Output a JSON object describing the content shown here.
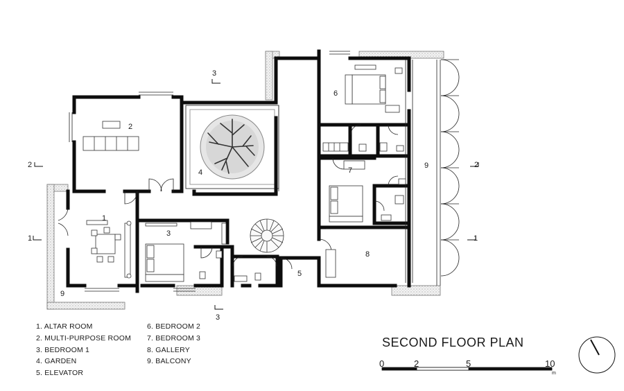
{
  "rooms": [
    {
      "num": "1",
      "name": "ALTAR ROOM"
    },
    {
      "num": "2",
      "name": "MULTI-PURPOSE ROOM"
    },
    {
      "num": "3",
      "name": "BEDROOM 1"
    },
    {
      "num": "4",
      "name": "GARDEN"
    },
    {
      "num": "5",
      "name": "ELEVATOR"
    },
    {
      "num": "6",
      "name": "BEDROOM 2"
    },
    {
      "num": "7",
      "name": "BEDROOM 3"
    },
    {
      "num": "8",
      "name": "GALLERY"
    },
    {
      "num": "9",
      "name": "BALCONY"
    }
  ],
  "legend": {
    "col1": [
      "1. ALTAR ROOM",
      "2. MULTI-PURPOSE ROOM",
      "3. BEDROOM 1",
      "4. GARDEN",
      "5. ELEVATOR"
    ],
    "col2": [
      "6. BEDROOM 2",
      "7. BEDROOM 3",
      "8. GALLERY",
      "9. BALCONY"
    ]
  },
  "title": "SECOND FLOOR PLAN",
  "scale": {
    "ticks": [
      "0",
      "2",
      "5",
      "10"
    ],
    "unit": "m"
  },
  "sections": {
    "s1_left": "1",
    "s1_right": "1",
    "s2_left": "2",
    "s2_right": "2",
    "s3_top": "3",
    "s3_bottom": "3"
  }
}
